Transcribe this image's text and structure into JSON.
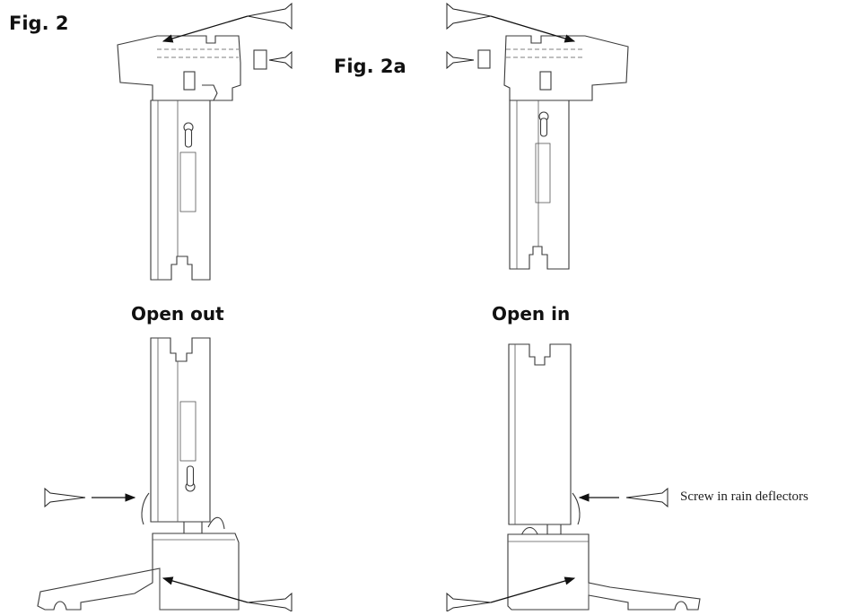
{
  "labels": {
    "fig_left": "Fig. 2",
    "fig_right": "Fig. 2a",
    "caption_left": "Open out",
    "caption_right": "Open in",
    "note_right": "Screw in rain deflectors"
  }
}
